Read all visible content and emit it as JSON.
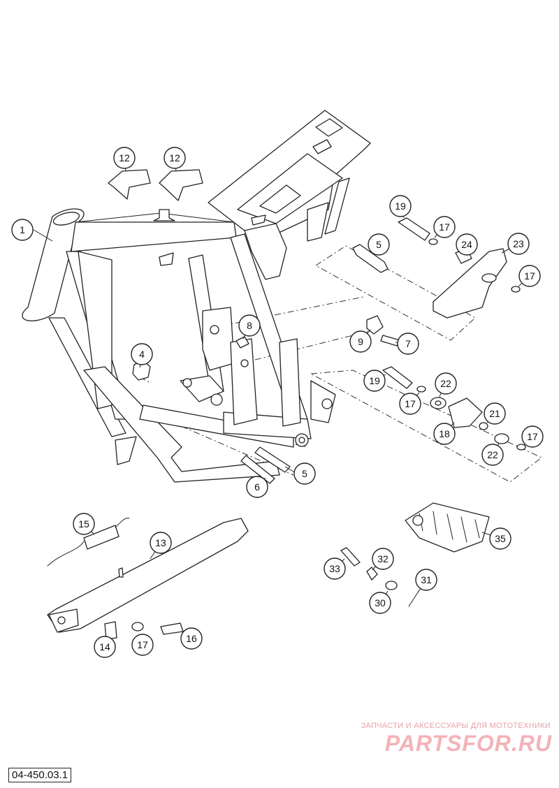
{
  "drawing_number": "04-450.03.1",
  "watermark": {
    "tagline": "ЗАПЧАСТИ И АКСЕССУАРЫ ДЛЯ МОТОТЕХНИКИ",
    "logo_text": "PARTSFOR.RU"
  },
  "callouts": {
    "c1": "1",
    "c4": "4",
    "c5a": "5",
    "c5b": "5",
    "c6": "6",
    "c7": "7",
    "c8": "8",
    "c9": "9",
    "c12a": "12",
    "c12b": "12",
    "c13": "13",
    "c14": "14",
    "c15": "15",
    "c16": "16",
    "c17a": "17",
    "c17b": "17",
    "c17c": "17",
    "c17d": "17",
    "c17e": "17",
    "c18": "18",
    "c19a": "19",
    "c19b": "19",
    "c21": "21",
    "c22a": "22",
    "c22b": "22",
    "c23": "23",
    "c24": "24",
    "c30": "30",
    "c31": "31",
    "c32": "32",
    "c33": "33",
    "c35": "35"
  }
}
